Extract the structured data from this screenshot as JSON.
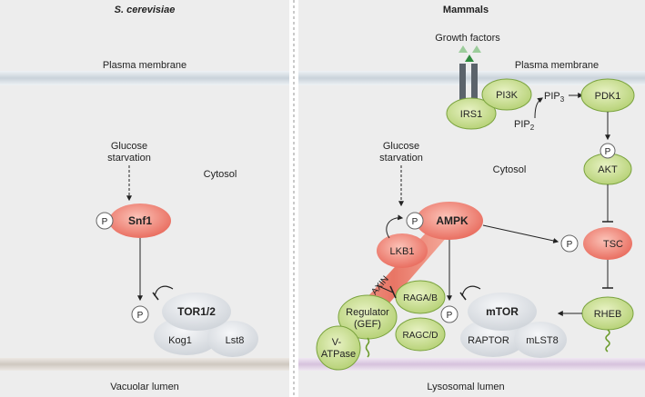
{
  "left_panel": {
    "title": "S. cerevisiae",
    "plasma_membrane": "Plasma membrane",
    "cytosol": "Cytosol",
    "glucose_line1": "Glucose",
    "glucose_line2": "starvation",
    "phospho": "P",
    "snf1": "Snf1",
    "tor": "TOR1/2",
    "kog1": "Kog1",
    "lst8": "Lst8",
    "lumen": "Vacuolar lumen"
  },
  "right_panel": {
    "title": "Mammals",
    "growth_factors": "Growth factors",
    "plasma_membrane": "Plasma membrane",
    "irs1": "IRS1",
    "pi3k": "PI3K",
    "pip3": "PIP",
    "pip3_sub": "3",
    "pip2": "PIP",
    "pip2_sub": "2",
    "pdk1": "PDK1",
    "akt": "AKT",
    "tsc": "TSC",
    "rheb": "RHEB",
    "cytosol": "Cytosol",
    "glucose_line1": "Glucose",
    "glucose_line2": "starvation",
    "ampk": "AMPK",
    "lkb1": "LKB1",
    "axin": "AXIN",
    "raga": "RAGA/B",
    "ragc": "RAGC/D",
    "regulator_line1": "Regulator",
    "regulator_line2": "(GEF)",
    "vatpase_line1": "V-",
    "vatpase_line2": "ATPase",
    "mtor": "mTOR",
    "raptor": "RAPTOR",
    "mlst8": "mLST8",
    "phospho": "P",
    "lumen": "Lysosomal lumen"
  },
  "colors": {
    "green_fill": "#c9df8f",
    "green_stroke": "#7aa33e",
    "red_fill": "#f08878",
    "grey_fill": "#dde1e6",
    "membrane": "#cfd8e0",
    "lysosome_membrane": "#e4d6ea",
    "background": "#ededed"
  }
}
